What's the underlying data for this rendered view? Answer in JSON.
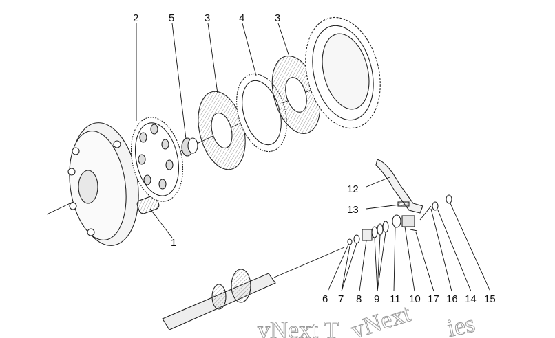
{
  "diagram": {
    "callouts": [
      {
        "id": "c2",
        "text": "2"
      },
      {
        "id": "c5",
        "text": "5"
      },
      {
        "id": "c3a",
        "text": "3"
      },
      {
        "id": "c4",
        "text": "4"
      },
      {
        "id": "c3b",
        "text": "3"
      },
      {
        "id": "c1",
        "text": "1"
      },
      {
        "id": "c12",
        "text": "12"
      },
      {
        "id": "c13",
        "text": "13"
      },
      {
        "id": "c6",
        "text": "6"
      },
      {
        "id": "c7",
        "text": "7"
      },
      {
        "id": "c8",
        "text": "8"
      },
      {
        "id": "c9",
        "text": "9"
      },
      {
        "id": "c11",
        "text": "11"
      },
      {
        "id": "c10",
        "text": "10"
      },
      {
        "id": "c17",
        "text": "17"
      },
      {
        "id": "c16",
        "text": "16"
      },
      {
        "id": "c14",
        "text": "14"
      },
      {
        "id": "c15",
        "text": "15"
      }
    ],
    "watermark": [
      "vNext T",
      "vNext",
      "ies"
    ]
  }
}
